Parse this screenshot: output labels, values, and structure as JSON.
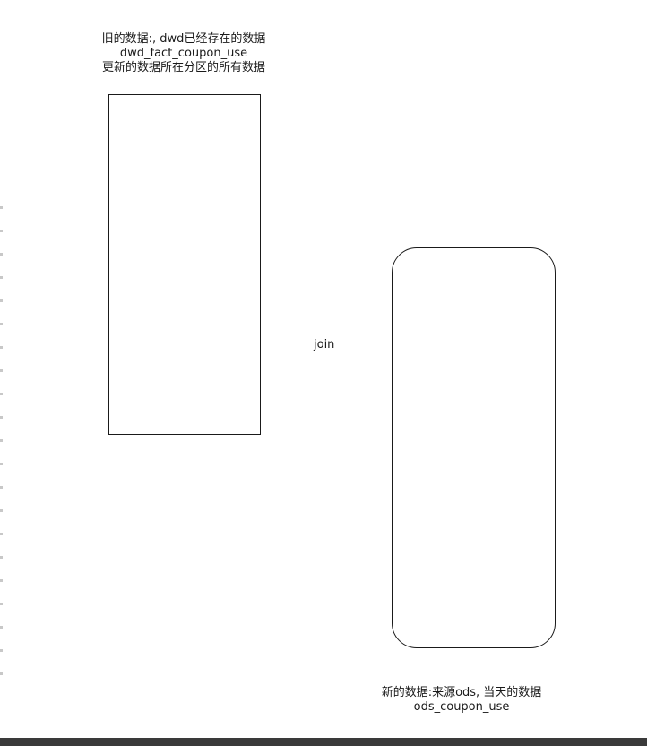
{
  "old_data": {
    "label_lines": [
      "旧的数据:, dwd已经存在的数据",
      "dwd_fact_coupon_use",
      "更新的数据所在分区的所有数据"
    ]
  },
  "join": {
    "label": "join"
  },
  "new_data": {
    "label_lines": [
      "新的数据:来源ods, 当天的数据",
      "ods_coupon_use"
    ]
  },
  "colors": {
    "stroke": "#1a1a1a",
    "background": "#ffffff",
    "bottom_bar": "#3a3a3a"
  }
}
